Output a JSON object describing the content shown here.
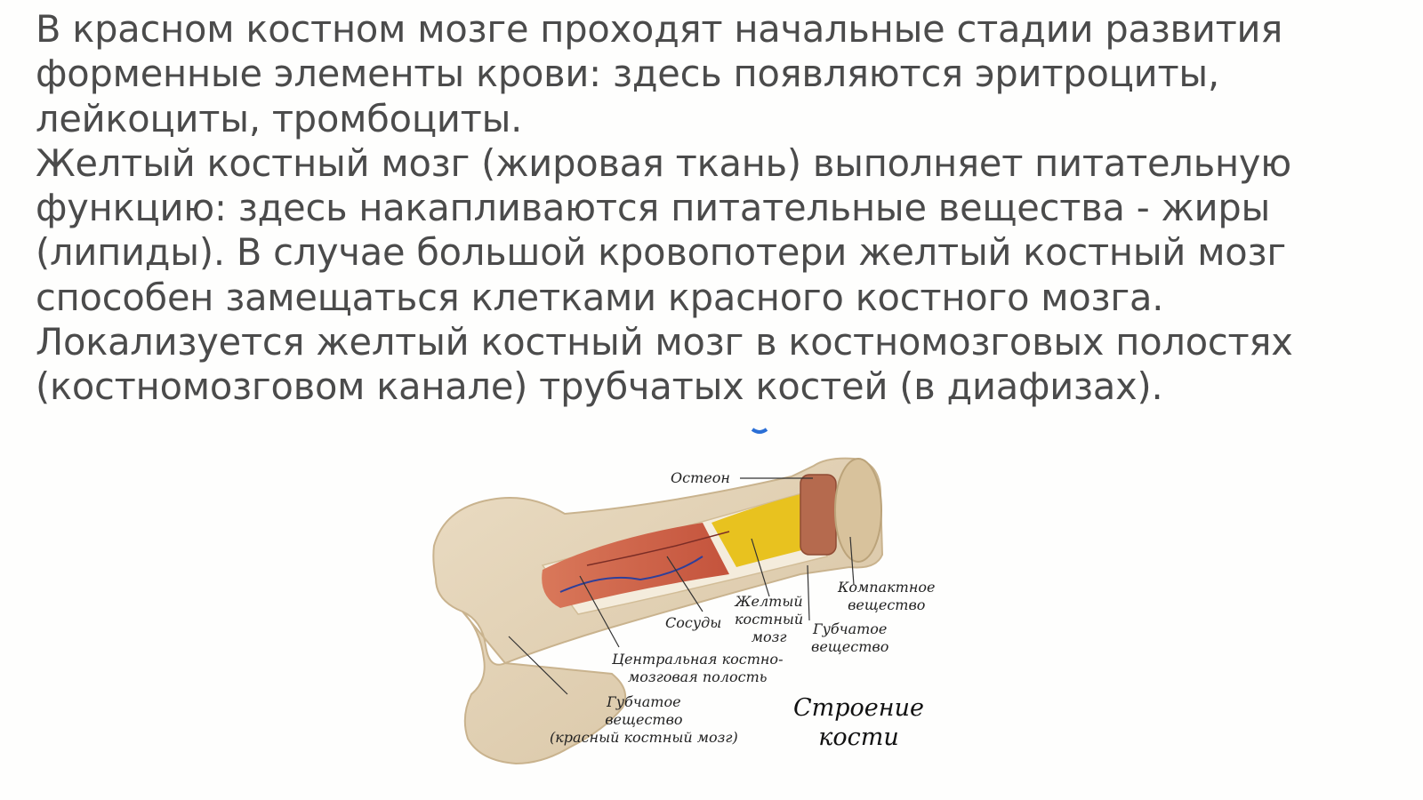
{
  "paragraph_lines": [
    "В красном костном мозге проходят начальные стадии развития",
    "форменные элементы крови: здесь появляются эритроциты,",
    "лейкоциты, тромбоциты.",
    "Желтый костный мозг (жировая ткань) выполняет питательную",
    "функцию: здесь накапливаются питательные вещества - жиры",
    "(липиды). В случае большой кровопотери желтый костный мозг",
    "способен замещаться клетками красного костного мозга.",
    "Локализуется желтый костный мозг в костномозговых полостях",
    "(костномозговом канале) трубчатых костей (в диафизах)."
  ],
  "figure": {
    "labels": {
      "osteon": "Остеон",
      "compact": [
        "Компактное",
        "вещество"
      ],
      "yellow_marrow": [
        "Желтый",
        "костный",
        "мозг"
      ],
      "vessels": "Сосуды",
      "spongy_right": [
        "Губчатое",
        "вещество"
      ],
      "central_cavity": [
        "Центральная костно-",
        "мозговая полость"
      ],
      "spongy_left": [
        "Губчатое",
        "вещество",
        "(красный костный мозг)"
      ]
    },
    "title": [
      "Строение",
      "кости"
    ]
  }
}
